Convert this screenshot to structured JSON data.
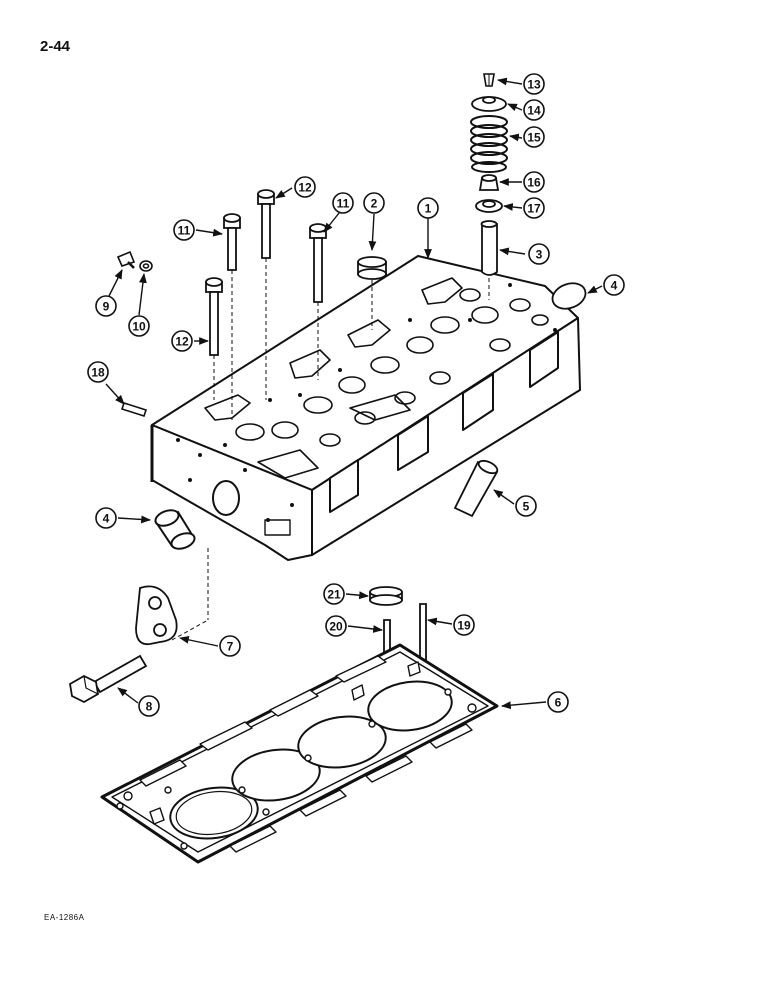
{
  "page_number": "2-44",
  "figure_code": "EA-1286A",
  "callouts": [
    {
      "id": "c1",
      "label": "1"
    },
    {
      "id": "c2",
      "label": "2"
    },
    {
      "id": "c3",
      "label": "3"
    },
    {
      "id": "c4a",
      "label": "4"
    },
    {
      "id": "c4b",
      "label": "4"
    },
    {
      "id": "c5",
      "label": "5"
    },
    {
      "id": "c6",
      "label": "6"
    },
    {
      "id": "c7",
      "label": "7"
    },
    {
      "id": "c8",
      "label": "8"
    },
    {
      "id": "c9",
      "label": "9"
    },
    {
      "id": "c10",
      "label": "10"
    },
    {
      "id": "c11a",
      "label": "11"
    },
    {
      "id": "c11b",
      "label": "11"
    },
    {
      "id": "c12a",
      "label": "12"
    },
    {
      "id": "c12b",
      "label": "12"
    },
    {
      "id": "c13",
      "label": "13"
    },
    {
      "id": "c14",
      "label": "14"
    },
    {
      "id": "c15",
      "label": "15"
    },
    {
      "id": "c16",
      "label": "16"
    },
    {
      "id": "c17",
      "label": "17"
    },
    {
      "id": "c18",
      "label": "18"
    },
    {
      "id": "c19",
      "label": "19"
    },
    {
      "id": "c20",
      "label": "20"
    },
    {
      "id": "c21",
      "label": "21"
    }
  ]
}
